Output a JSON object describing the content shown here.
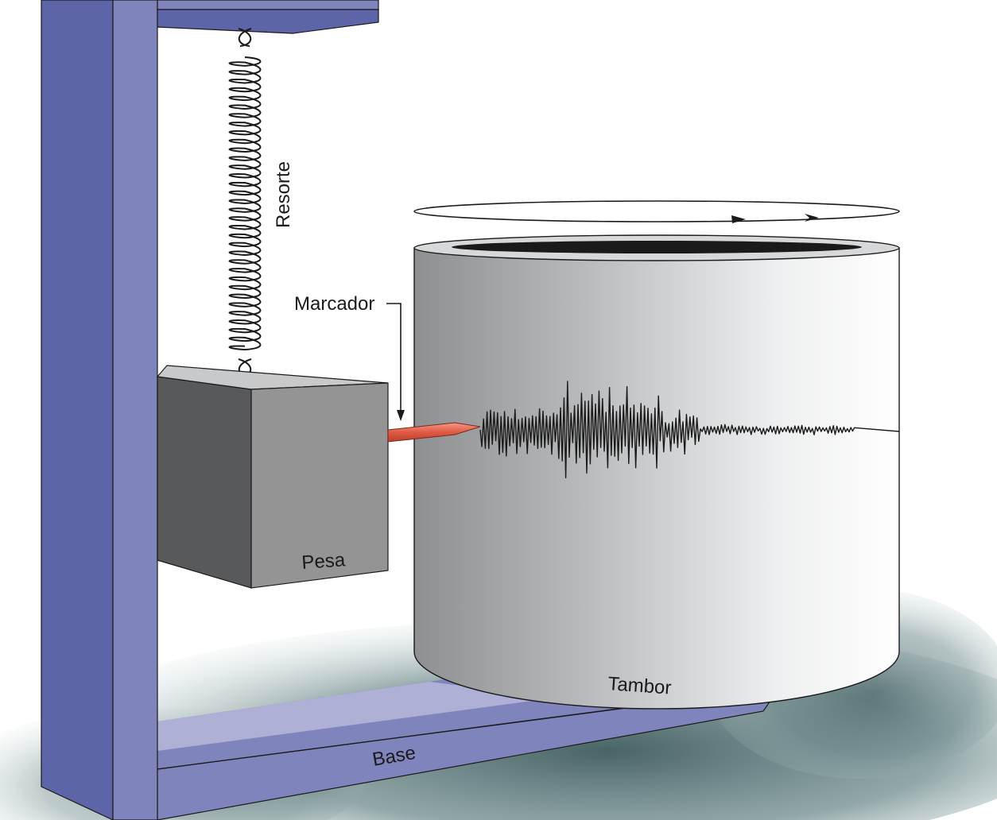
{
  "labels": {
    "spring": "Resorte",
    "marker": "Marcador",
    "weight": "Pesa",
    "drum": "Tambor",
    "base": "Base"
  },
  "colors": {
    "frame_dark": "#5e64a8",
    "frame_mid": "#8084bc",
    "frame_light": "#aeb0d6",
    "block_front": "#949494",
    "block_side": "#58595b",
    "block_top": "#c8c9cb",
    "drum_dark": "#8e9092",
    "drum_light": "#ffffff",
    "pen": "#e05a45",
    "shadow": "#4d6b6c",
    "trace": "#1a1a1a"
  }
}
